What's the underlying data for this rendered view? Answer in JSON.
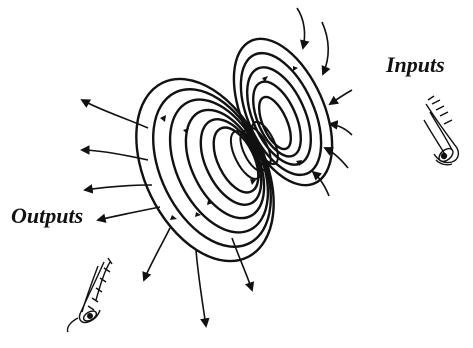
{
  "diagram": {
    "labels": {
      "inputs": "Inputs",
      "outputs": "Outputs"
    },
    "elements": {
      "left_disk": "large-ring-disk",
      "right_disk": "small-ring-disk",
      "throat": "connecting-rings",
      "inputs_eye": "eye-icon",
      "outputs_eye": "eye-icon"
    },
    "colors": {
      "stroke": "#111111",
      "background": "#ffffff"
    }
  }
}
